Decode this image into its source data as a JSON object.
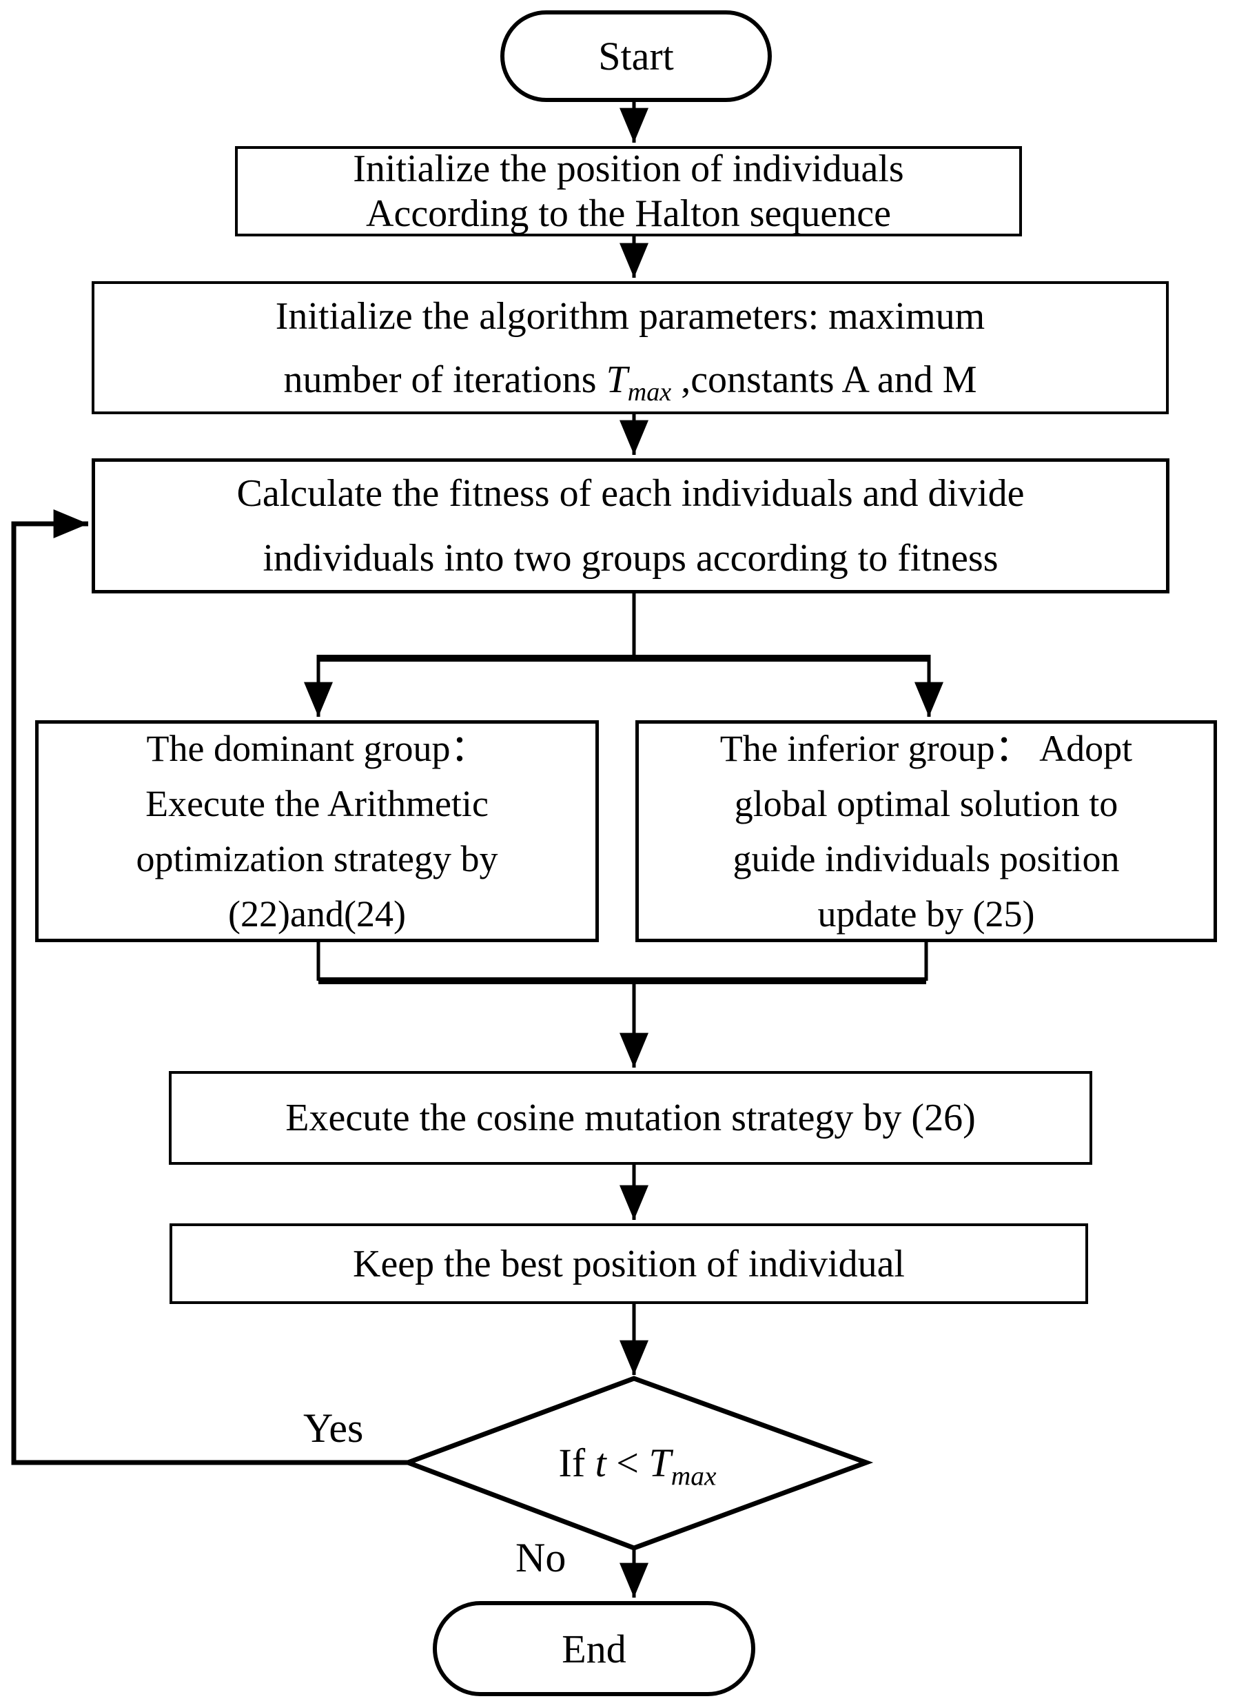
{
  "flowchart": {
    "nodes": {
      "start": {
        "label": "Start"
      },
      "init_position": {
        "lines": [
          "Initialize the position of individuals",
          "According to the Halton sequence"
        ]
      },
      "init_params": {
        "line1": "Initialize the algorithm parameters: maximum",
        "line2_pre": "number of iterations ",
        "line2_var": "T",
        "line2_sub": "max",
        "line2_post": " ,constants A and M"
      },
      "calc_fitness": {
        "lines": [
          "Calculate the fitness of each individuals and divide",
          "individuals into two groups according to fitness"
        ]
      },
      "dominant_group": {
        "lines": [
          "The dominant group：",
          "Execute the Arithmetic",
          "optimization strategy by",
          "(22)and(24)"
        ]
      },
      "inferior_group": {
        "lines": [
          "The inferior group： Adopt",
          "global optimal solution to",
          "guide individuals position",
          "update by (25)"
        ]
      },
      "cosine_mutation": {
        "label": "Execute the cosine mutation strategy by (26)"
      },
      "keep_best": {
        "label": "Keep the best position of individual"
      },
      "decision": {
        "pre": "If ",
        "var1": "t",
        "op": " < ",
        "var2": "T",
        "sub": "max"
      },
      "end": {
        "label": "End"
      }
    },
    "edge_labels": {
      "yes": "Yes",
      "no": "No"
    },
    "colors": {
      "line": "#000000",
      "fill": "#ffffff"
    }
  }
}
